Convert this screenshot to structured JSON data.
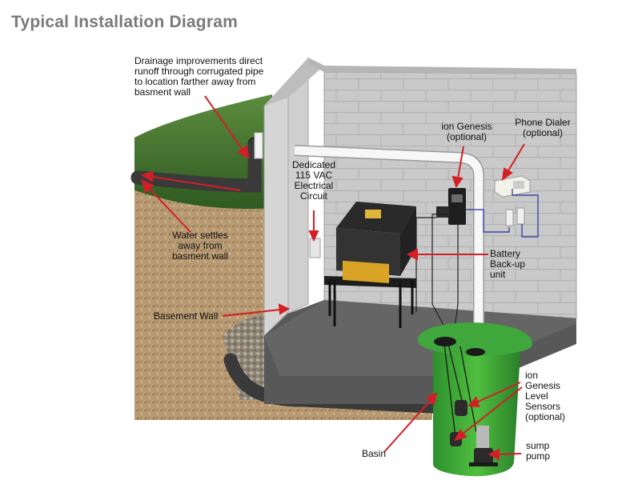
{
  "title": "Typical Installation Diagram",
  "labels": {
    "drainage": [
      "Drainage improvements direct",
      "runoff through corrugated pipe",
      "to location farther away from",
      "basment wall"
    ],
    "water": [
      "Water settles",
      "away from",
      "basment wall"
    ],
    "basement_wall": "Basement Wall",
    "electrical": [
      "Dedicated",
      "115 VAC",
      "Electrical",
      "Circuit"
    ],
    "ion_genesis": [
      "ion Genesis",
      "(optional)"
    ],
    "phone_dialer": [
      "Phone Dialer",
      "(optional)"
    ],
    "battery": [
      "Battery",
      "Back-up",
      "unit"
    ],
    "level_sensors": [
      "ion",
      "Genesis",
      "Level",
      "Sensors",
      "(optional)"
    ],
    "basin": "Basin",
    "sump_pump": [
      "sump",
      "pump"
    ]
  }
}
